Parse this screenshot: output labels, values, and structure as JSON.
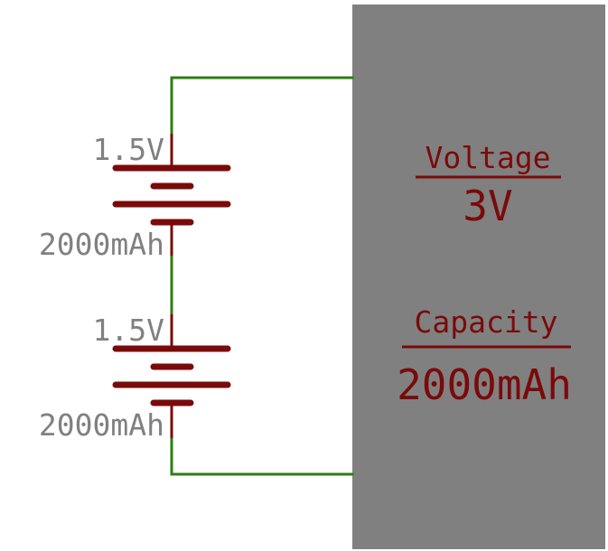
{
  "colors": {
    "wire": "#2e7d10",
    "battery": "#7a0a0a",
    "label_gray": "#808080",
    "panel": "#808080",
    "panel_text": "#7a0a0a",
    "background": "#ffffff"
  },
  "cells": [
    {
      "voltage": "1.5V",
      "capacity": "2000mAh"
    },
    {
      "voltage": "1.5V",
      "capacity": "2000mAh"
    }
  ],
  "summary": {
    "voltage_label": "Voltage",
    "voltage_value": "3V",
    "capacity_label": "Capacity",
    "capacity_value": "2000mAh"
  }
}
